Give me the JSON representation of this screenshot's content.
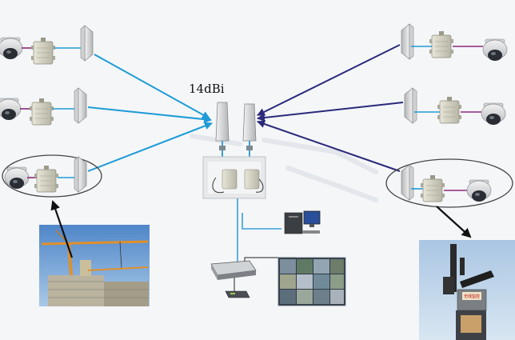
{
  "diagram": {
    "antenna_gain_label": "14dBi",
    "sign_label": "无线监控",
    "colors": {
      "link_left": "#1e9bd6",
      "link_right": "#2b2a7a",
      "wired": "#3aa0d8",
      "camera_cable": "#8b2a7a",
      "device_cable": "#1e9bd6",
      "circle": "#444444",
      "arrow": "#111111"
    },
    "nodes_left": [
      {
        "name": "left-camera-1"
      },
      {
        "name": "left-camera-2"
      },
      {
        "name": "left-camera-3"
      }
    ],
    "nodes_right": [
      {
        "name": "right-camera-1"
      },
      {
        "name": "right-camera-2"
      },
      {
        "name": "right-camera-3"
      }
    ]
  }
}
